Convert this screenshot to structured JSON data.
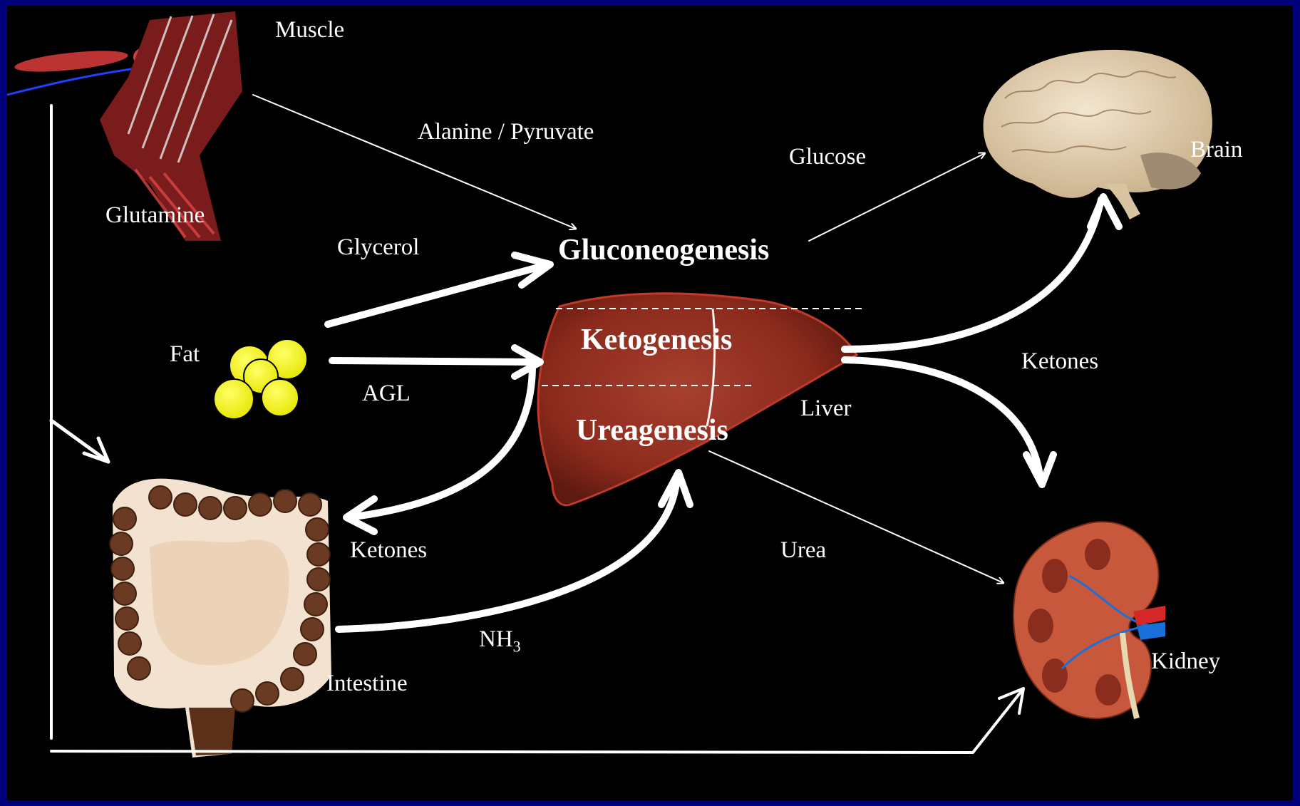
{
  "organs": {
    "muscle": "Muscle",
    "glutamine": "Glutamine",
    "fat": "Fat",
    "intestine": "Intestine",
    "liver": "Liver",
    "brain": "Brain",
    "kidney": "Kidney"
  },
  "processes": {
    "gluconeogenesis": "Gluconeogenesis",
    "ketogenesis": "Ketogenesis",
    "ureagenesis": "Ureagenesis"
  },
  "metabolites": {
    "alanine_pyruvate": "Alanine / Pyruvate",
    "glycerol": "Glycerol",
    "agl": "AGL",
    "ketones_intestine": "Ketones",
    "nh3_base": "NH",
    "nh3_sub": "3",
    "urea": "Urea",
    "glucose": "Glucose",
    "ketones_brain": "Ketones"
  },
  "colors": {
    "background": "#000000",
    "frame": "#00007a",
    "text": "#ffffff",
    "liver": "#8b2a1c",
    "fat": "#ffff00"
  }
}
